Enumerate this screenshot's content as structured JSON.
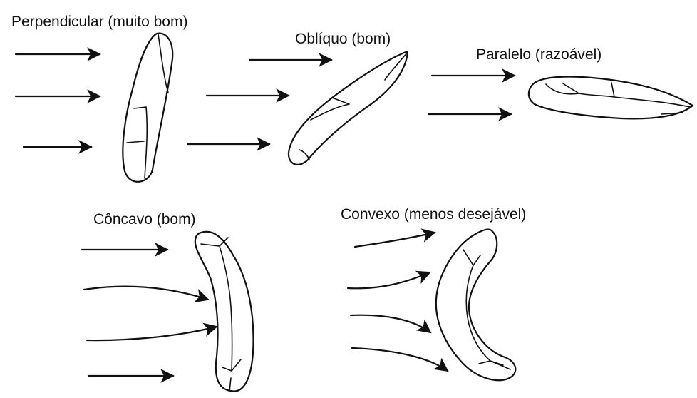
{
  "labels": {
    "perpendicular": "Perpendicular (muito bom)",
    "obliquo": "Oblíquo (bom)",
    "paralelo": "Paralelo (razoável)",
    "concavo": "Côncavo (bom)",
    "convexo": "Convexo (menos desejável)"
  },
  "colors": {
    "ink": "#111111",
    "background": "#ffffff"
  }
}
